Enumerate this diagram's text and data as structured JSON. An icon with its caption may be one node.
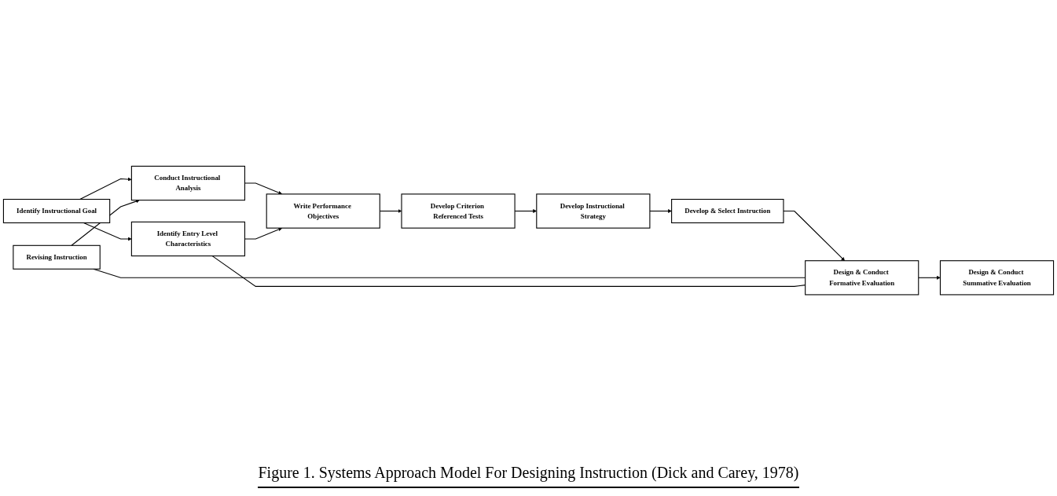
{
  "diagram": {
    "caption": "Figure 1. Systems Approach Model For Designing Instruction (Dick and Carey, 1978)",
    "nodes": [
      {
        "text": [
          "Identify Instructional Goal"
        ]
      },
      {
        "text": [
          "Conduct Instructional Analysis"
        ]
      },
      {
        "text": [
          "Identify Entry Level Characteristics"
        ]
      },
      {
        "text": [
          "Write Performance Objectives"
        ]
      },
      {
        "text": [
          "Develop Criterion Referenced Tests"
        ]
      },
      {
        "text": [
          "Develop Instructional Strategy"
        ]
      },
      {
        "text": [
          "Develop & Select Instruction"
        ]
      },
      {
        "text": [
          "Design & Conduct Formative Evaluation"
        ]
      },
      {
        "text": [
          "Revising Instruction"
        ]
      },
      {
        "text": [
          "Design & Conduct Summative Evaluation"
        ]
      }
    ],
    "edges": [
      {
        "from": 0,
        "to": 1,
        "arrow": "to"
      },
      {
        "from": 0,
        "to": 2,
        "arrow": "to"
      },
      {
        "from": 1,
        "to": 3,
        "arrow": "to"
      },
      {
        "from": 2,
        "to": 3,
        "arrow": "to"
      },
      {
        "from": 3,
        "to": 4,
        "arrow": "to"
      },
      {
        "from": 4,
        "to": 5,
        "arrow": "to"
      },
      {
        "from": 5,
        "to": 6,
        "arrow": "to"
      },
      {
        "from": 6,
        "to": 7,
        "arrow": "to"
      },
      {
        "from": 7,
        "to": 8,
        "arrow": "none"
      },
      {
        "from": 8,
        "to": 1,
        "arrow": "to"
      },
      {
        "from": 2,
        "to": 7,
        "arrow": "none"
      },
      {
        "from": 7,
        "to": 9,
        "arrow": "to"
      }
    ]
  }
}
